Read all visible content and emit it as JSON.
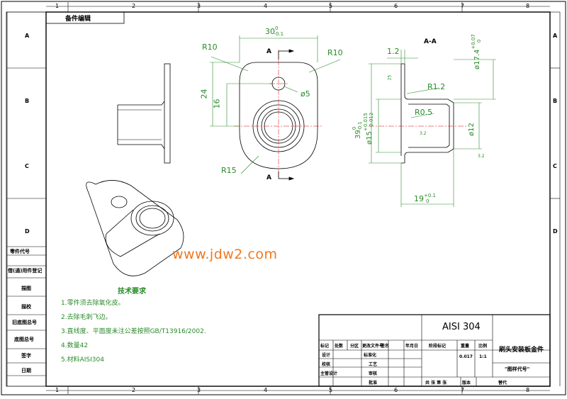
{
  "frame": {
    "col_labels": [
      "1",
      "2",
      "3",
      "4",
      "5",
      "6",
      "7",
      "8"
    ],
    "row_labels": [
      "A",
      "B",
      "C",
      "D"
    ],
    "corner_tag": "备件编辑"
  },
  "left_strip": [
    "零件代号",
    "借(通)用件登记",
    "描图",
    "描校",
    "旧底图总号",
    "底图总号",
    "签字",
    "日期"
  ],
  "dimensions": {
    "width": "30",
    "width_tol_upper": "0",
    "width_tol_lower": "-0.1",
    "r_left": "R10",
    "r_right": "R10",
    "r_bottom": "R15",
    "hole": "ø5",
    "h24": "24",
    "h16": "16",
    "section_mark": "A",
    "section_title": "A-A",
    "thickness": "1.2",
    "r_fillet": "R1.2",
    "r_inner": "R0.5",
    "dia_outer": "ø17.4",
    "dia_outer_tol_upper": "+0.07",
    "dia_outer_tol_lower": "0",
    "d39": "39",
    "d39_tol_upper": "0",
    "d39_tol_lower": "-0.1",
    "d15": "ø15",
    "d15_tol_upper": "+0.015",
    "d15_tol_lower": "-0.012",
    "d12": "ø12",
    "len": "19",
    "len_tol_upper": "+0.1",
    "len_tol_lower": "0",
    "rough1": "3.2",
    "rough2": "3.2",
    "rough3": "25"
  },
  "watermark": "www.jdw2.com",
  "notes": {
    "title": "技术要求",
    "items": [
      "1.零件须去除氧化皮。",
      "2.去除毛刺飞边。",
      "3.直线度、平面度未注公差按照GB/T13916/2002.",
      "4.数量42",
      "5.材料AISI304"
    ]
  },
  "title_block": {
    "material": "AISI 304",
    "part_name": "刷头安装板金件",
    "drawing_no": "\"图样代号\"",
    "col_heads": [
      "标记",
      "处数",
      "分区",
      "更改文件号",
      "签名",
      "年月日"
    ],
    "rows": [
      "设计",
      "校核",
      "主管设计"
    ],
    "std": "标准化",
    "craft": "工艺",
    "review": "审核",
    "approve": "批准",
    "stage_head": "阶段标记",
    "weight_head": "重量",
    "scale_head": "比例",
    "weight": "0.017",
    "scale": "1:1",
    "sheet_row": "共 张  第 张",
    "version": "版本",
    "replace": "替代"
  }
}
